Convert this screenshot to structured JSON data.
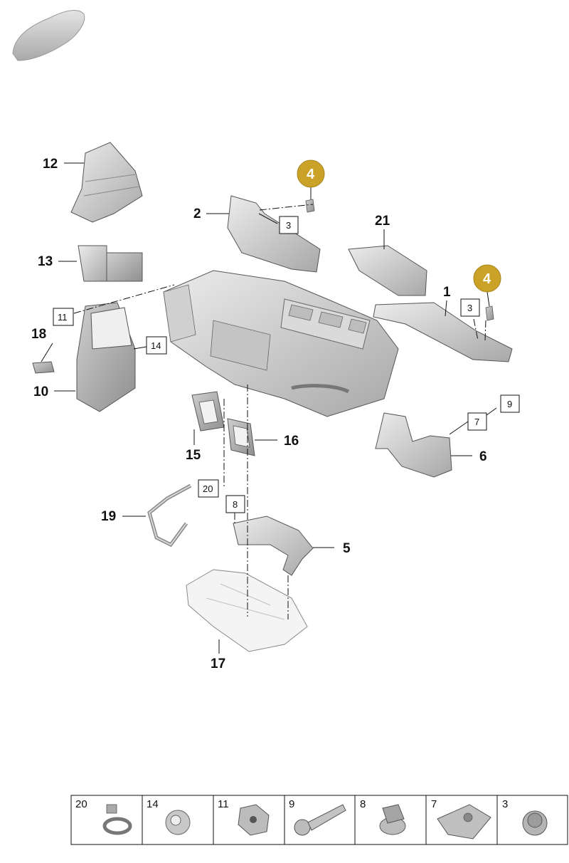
{
  "callouts": {
    "c1": "1",
    "c2": "2",
    "c5": "5",
    "c6": "6",
    "c10": "10",
    "c12": "12",
    "c13": "13",
    "c15": "15",
    "c16": "16",
    "c17": "17",
    "c18": "18",
    "c19": "19",
    "c21": "21"
  },
  "boxed_refs": {
    "b3a": "3",
    "b3b": "3",
    "b7": "7",
    "b8": "8",
    "b9": "9",
    "b11": "11",
    "b14": "14",
    "b20": "20"
  },
  "highlight_badges": {
    "h4a": "4",
    "h4b": "4"
  },
  "hardware_table": [
    {
      "number": "20",
      "icon": "hose-clamp-icon"
    },
    {
      "number": "14",
      "icon": "grommet-icon"
    },
    {
      "number": "11",
      "icon": "hex-nut-icon"
    },
    {
      "number": "9",
      "icon": "bolt-icon"
    },
    {
      "number": "8",
      "icon": "flange-nut-icon"
    },
    {
      "number": "7",
      "icon": "clip-nut-icon"
    },
    {
      "number": "3",
      "icon": "washer-nut-icon"
    }
  ],
  "colors": {
    "badge_gold": "#C9A227",
    "part_gray": "#C8C8C8",
    "ink": "#111111"
  }
}
